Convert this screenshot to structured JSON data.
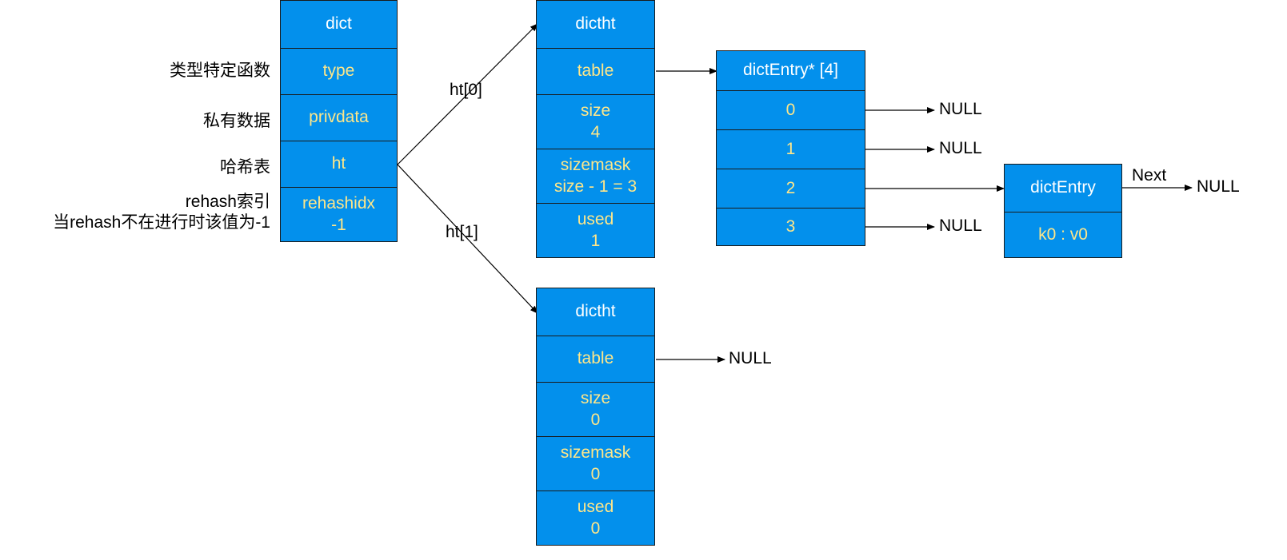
{
  "dict": {
    "header": "dict",
    "type": "type",
    "privdata": "privdata",
    "ht": "ht",
    "rehashidx_name": "rehashidx",
    "rehashidx_value": "-1"
  },
  "annotations": {
    "type": "类型特定函数",
    "privdata": "私有数据",
    "ht": "哈希表",
    "rehash_line1": "rehash索引",
    "rehash_line2": "当rehash不在进行时该值为-1"
  },
  "edges": {
    "ht0": "ht[0]",
    "ht1": "ht[1]",
    "next": "Next"
  },
  "dictht0": {
    "header": "dictht",
    "table": "table",
    "size_name": "size",
    "size_value": "4",
    "sizemask_name": "sizemask",
    "sizemask_value": "size - 1 = 3",
    "used_name": "used",
    "used_value": "1"
  },
  "dictht1": {
    "header": "dictht",
    "table": "table",
    "size_name": "size",
    "size_value": "0",
    "sizemask_name": "sizemask",
    "sizemask_value": "0",
    "used_name": "used",
    "used_value": "0",
    "table_target": "NULL"
  },
  "entries_array": {
    "header": "dictEntry* [4]",
    "slots": [
      "0",
      "1",
      "2",
      "3"
    ],
    "targets": [
      "NULL",
      "NULL",
      "",
      "NULL"
    ]
  },
  "entry": {
    "header": "dictEntry",
    "kv": "k0 : v0",
    "next_target": "NULL"
  }
}
